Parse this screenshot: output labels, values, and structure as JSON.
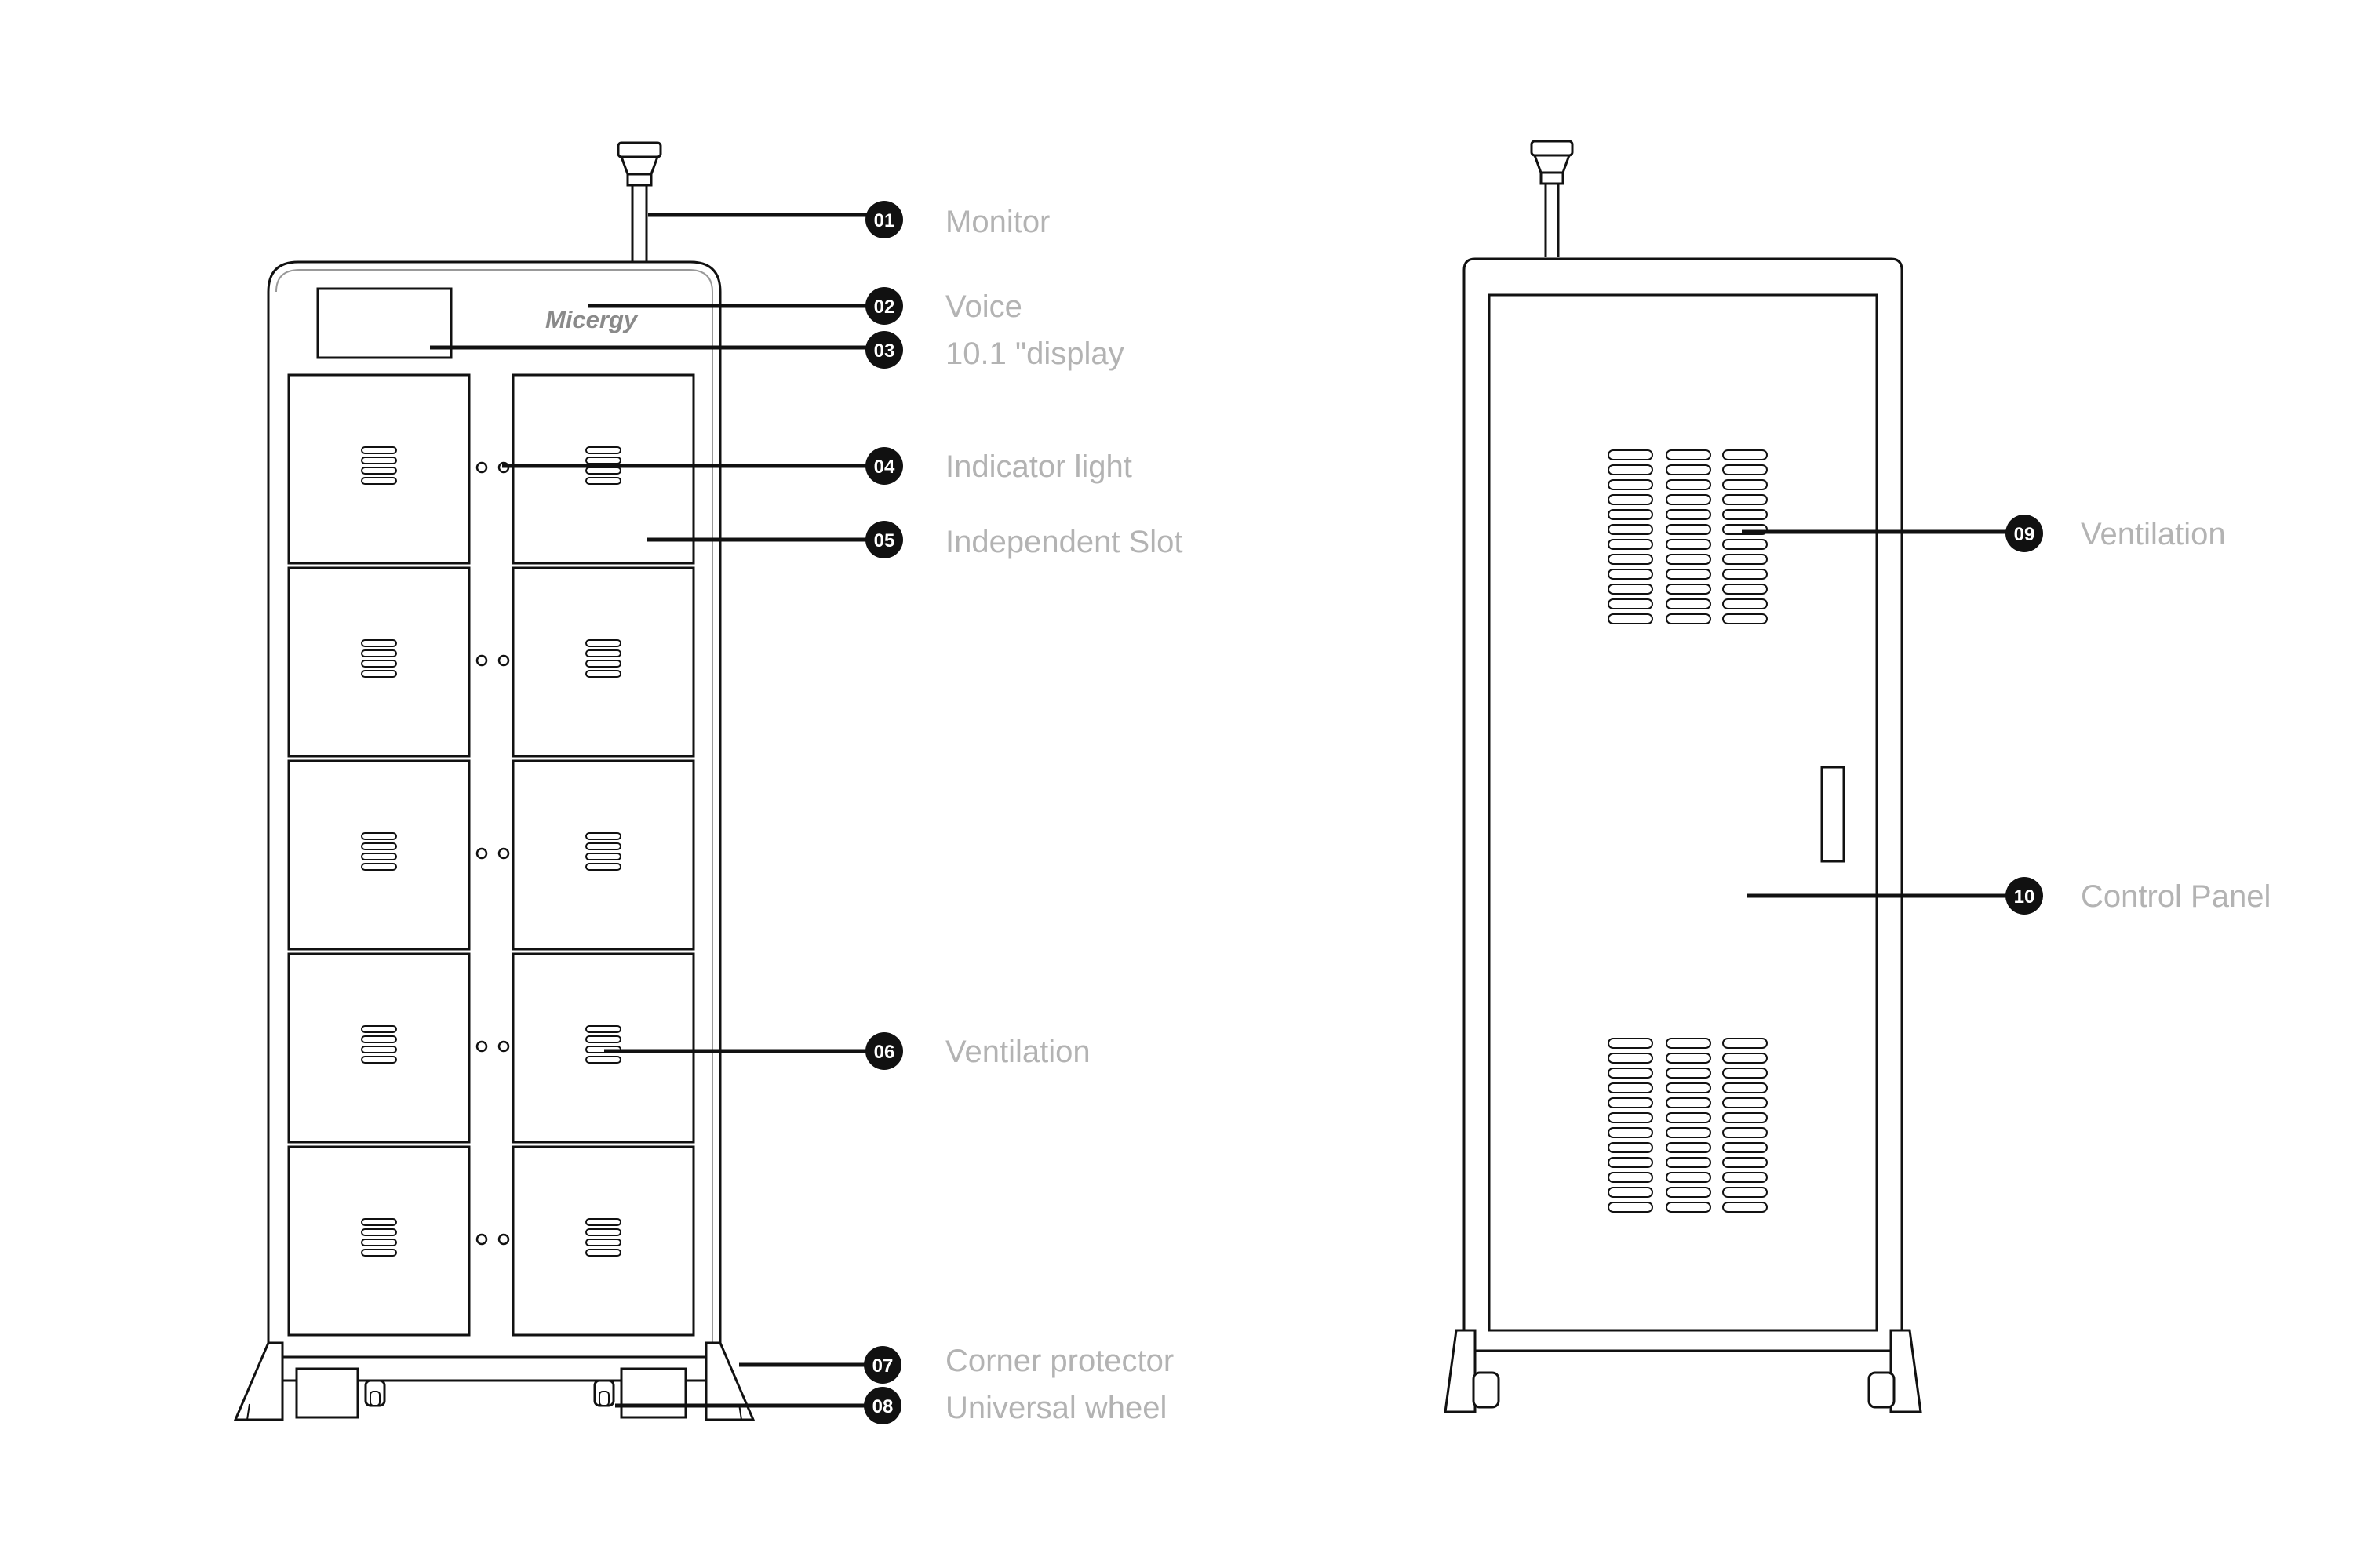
{
  "diagram": {
    "brand": "Micergy",
    "callouts": [
      {
        "number": "01",
        "label": "Monitor"
      },
      {
        "number": "02",
        "label": "Voice"
      },
      {
        "number": "03",
        "label": "10.1 \"display"
      },
      {
        "number": "04",
        "label": "Indicator light"
      },
      {
        "number": "05",
        "label": "Independent Slot"
      },
      {
        "number": "06",
        "label": "Ventilation"
      },
      {
        "number": "07",
        "label": "Corner protector"
      },
      {
        "number": "08",
        "label": "Universal wheel"
      },
      {
        "number": "09",
        "label": "Ventilation"
      },
      {
        "number": "10",
        "label": "Control Panel"
      }
    ],
    "colors": {
      "badge": "#111111",
      "label": "#b3b3b3",
      "outline": "#111111",
      "brand": "#8a8a8a"
    }
  }
}
